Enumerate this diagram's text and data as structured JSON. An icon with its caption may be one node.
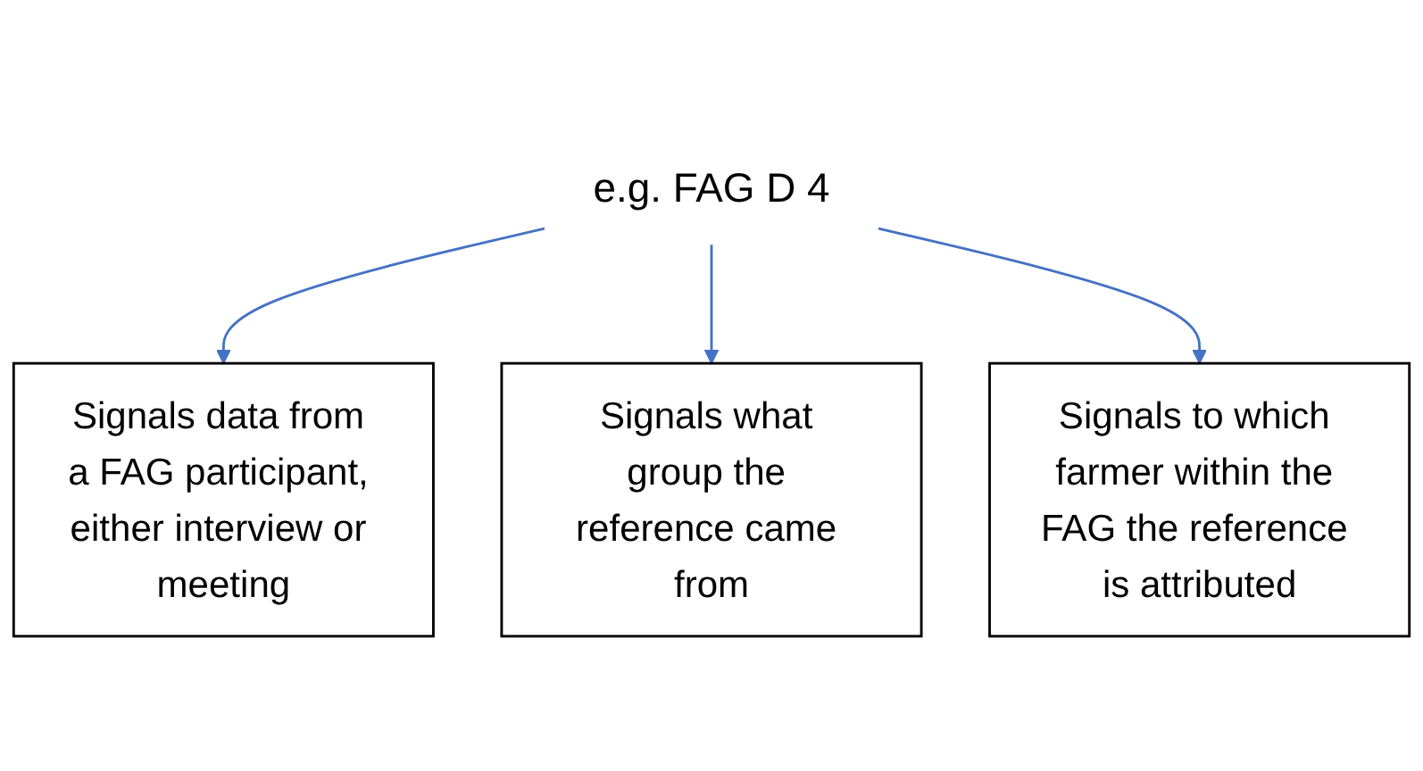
{
  "diagram": {
    "nodes": [
      {
        "text": [
          "e.g. FAG D 4"
        ]
      },
      {
        "text": [
          "Signals data from a FAG participant, either interview or meeting"
        ]
      },
      {
        "text": [
          "Signals what group the reference came from"
        ]
      },
      {
        "text": [
          "Signals to which farmer within the FAG the reference is attributed"
        ]
      }
    ],
    "edges": [
      {
        "from": 0,
        "to": 1,
        "arrow": "to"
      },
      {
        "from": 0,
        "to": 2,
        "arrow": "to"
      },
      {
        "from": 0,
        "to": 3,
        "arrow": "to"
      }
    ]
  }
}
